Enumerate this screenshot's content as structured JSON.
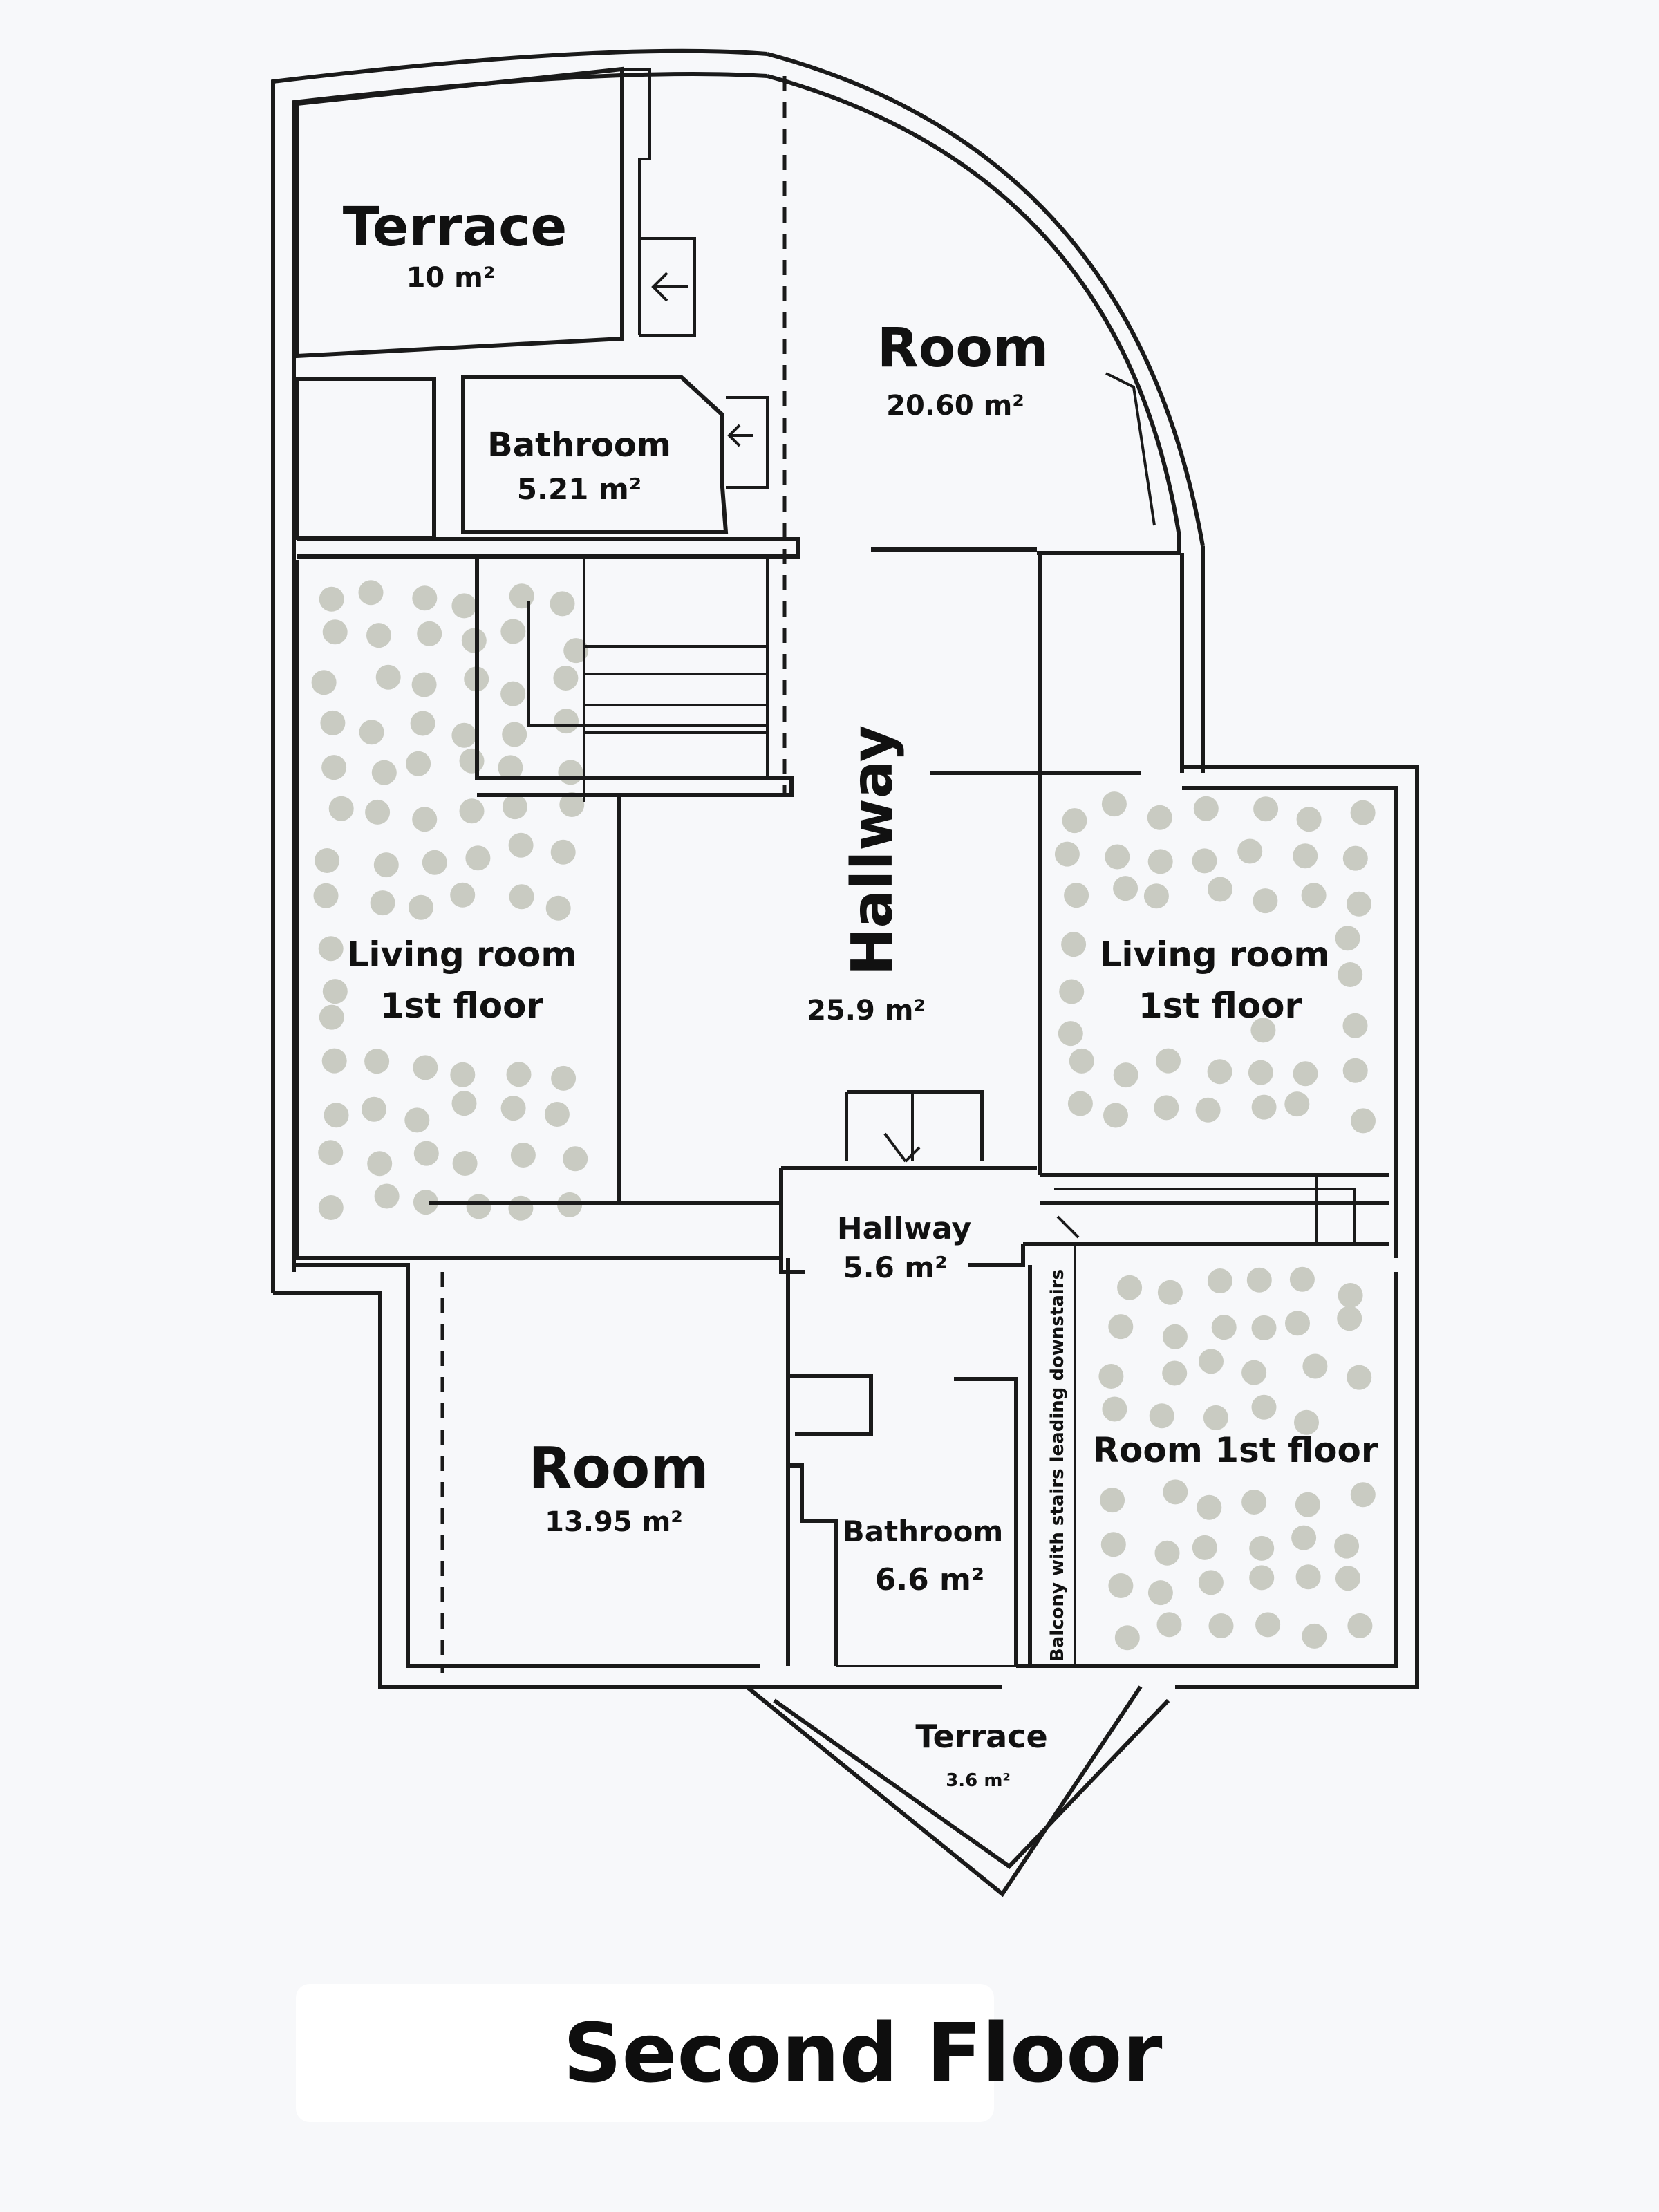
{
  "caption": "Second Floor",
  "rooms": {
    "terrace_top": {
      "name": "Terrace",
      "area": "10 m²"
    },
    "room_top": {
      "name": "Room",
      "area": "20.60 m²"
    },
    "bathroom_top": {
      "name": "Bathroom",
      "area": "5.21 m²"
    },
    "hallway_main": {
      "name": "Hallway",
      "area": "25.9 m²"
    },
    "living_left": {
      "line1": "Living room",
      "line2": "1st floor"
    },
    "living_right": {
      "line1": "Living room",
      "line2": "1st floor"
    },
    "hallway_small": {
      "name": "Hallway",
      "area": "5.6 m²"
    },
    "room_bottom": {
      "name": "Room",
      "area": "13.95 m²"
    },
    "bathroom_bottom": {
      "name": "Bathroom",
      "area": "6.6 m²"
    },
    "balcony": {
      "name": "Balcony with stairs leading downstairs"
    },
    "room_first_floor": {
      "name": "Room 1st floor"
    },
    "terrace_bottom": {
      "name": "Terrace",
      "area": "3.6 m²"
    }
  },
  "colors": {
    "wall": "#1a1a1a",
    "dot": "#c9cbc2",
    "background": "#f7f8fa"
  }
}
